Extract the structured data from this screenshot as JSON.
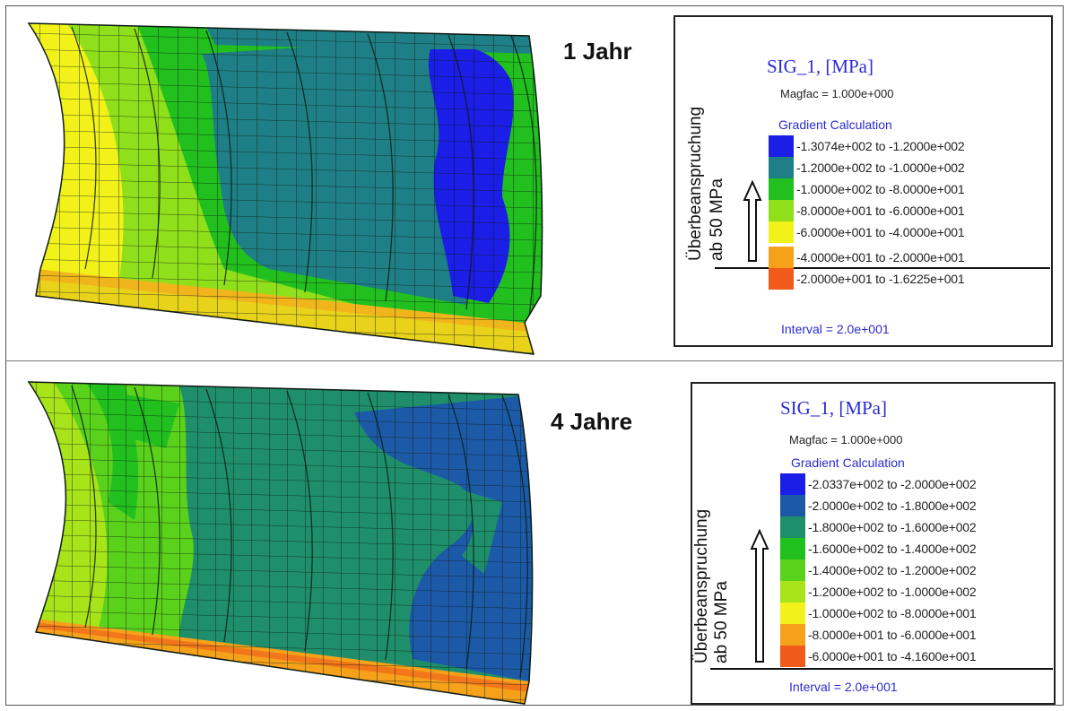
{
  "panels": [
    {
      "title": "1 Jahr",
      "legend": {
        "title": "SIG_1, [MPa]",
        "magfac": "Magfac = 1.000e+000",
        "gradient": "Gradient Calculation",
        "entries": [
          {
            "label": "-1.3074e+002 to -1.2000e+002",
            "color": "#1a1ee6"
          },
          {
            "label": "-1.2000e+002 to -1.0000e+002",
            "color": "#1e7f86"
          },
          {
            "label": "-1.0000e+002 to -8.0000e+001",
            "color": "#22c01e"
          },
          {
            "label": "-8.0000e+001 to -6.0000e+001",
            "color": "#8fe01a"
          },
          {
            "label": "-6.0000e+001 to -4.0000e+001",
            "color": "#f2f21a"
          },
          {
            "label": "-4.0000e+001 to -2.0000e+001",
            "color": "#f5a21a"
          },
          {
            "label": "-2.0000e+001 to -1.6225e+001",
            "color": "#f05a1a"
          }
        ],
        "interval": "Interval = 2.0e+001",
        "side_label_1": "Überbeanspruchung",
        "side_label_2": "ab 50 MPa"
      }
    },
    {
      "title": "4 Jahre",
      "legend": {
        "title": "SIG_1, [MPa]",
        "magfac": "Magfac = 1.000e+000",
        "gradient": "Gradient Calculation",
        "entries": [
          {
            "label": "-2.0337e+002 to -2.0000e+002",
            "color": "#1a1ee6"
          },
          {
            "label": "-2.0000e+002 to -1.8000e+002",
            "color": "#1c5aa8"
          },
          {
            "label": "-1.8000e+002 to -1.6000e+002",
            "color": "#1e8f6a"
          },
          {
            "label": "-1.6000e+002 to -1.4000e+002",
            "color": "#22c01e"
          },
          {
            "label": "-1.4000e+002 to -1.2000e+002",
            "color": "#5ad21c"
          },
          {
            "label": "-1.2000e+002 to -1.0000e+002",
            "color": "#a8e41a"
          },
          {
            "label": "-1.0000e+002 to -8.0000e+001",
            "color": "#f2f21a"
          },
          {
            "label": "-8.0000e+001 to -6.0000e+001",
            "color": "#f5a21a"
          },
          {
            "label": "-6.0000e+001 to -4.1600e+001",
            "color": "#f05a1a"
          }
        ],
        "interval": "Interval = 2.0e+001",
        "side_label_1": "Überbeanspruchung",
        "side_label_2": "ab 50 MPa"
      }
    }
  ]
}
